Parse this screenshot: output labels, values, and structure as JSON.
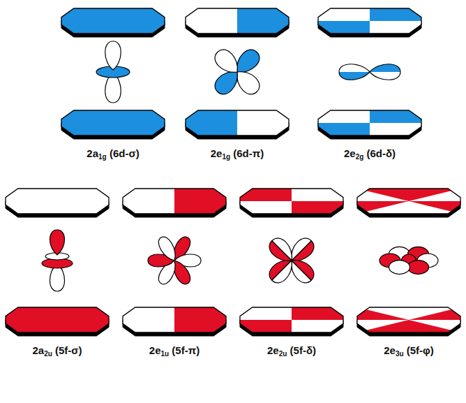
{
  "diagram": {
    "labels": [
      "2a1g (6d-σ)",
      "2e1g (6d-π)",
      "2e2g (6d-δ)",
      "2a2u (5f-σ)",
      "2e1u (5f-π)",
      "2e2u (5f-δ)",
      "2e3u (5f-φ)"
    ]
  }
}
